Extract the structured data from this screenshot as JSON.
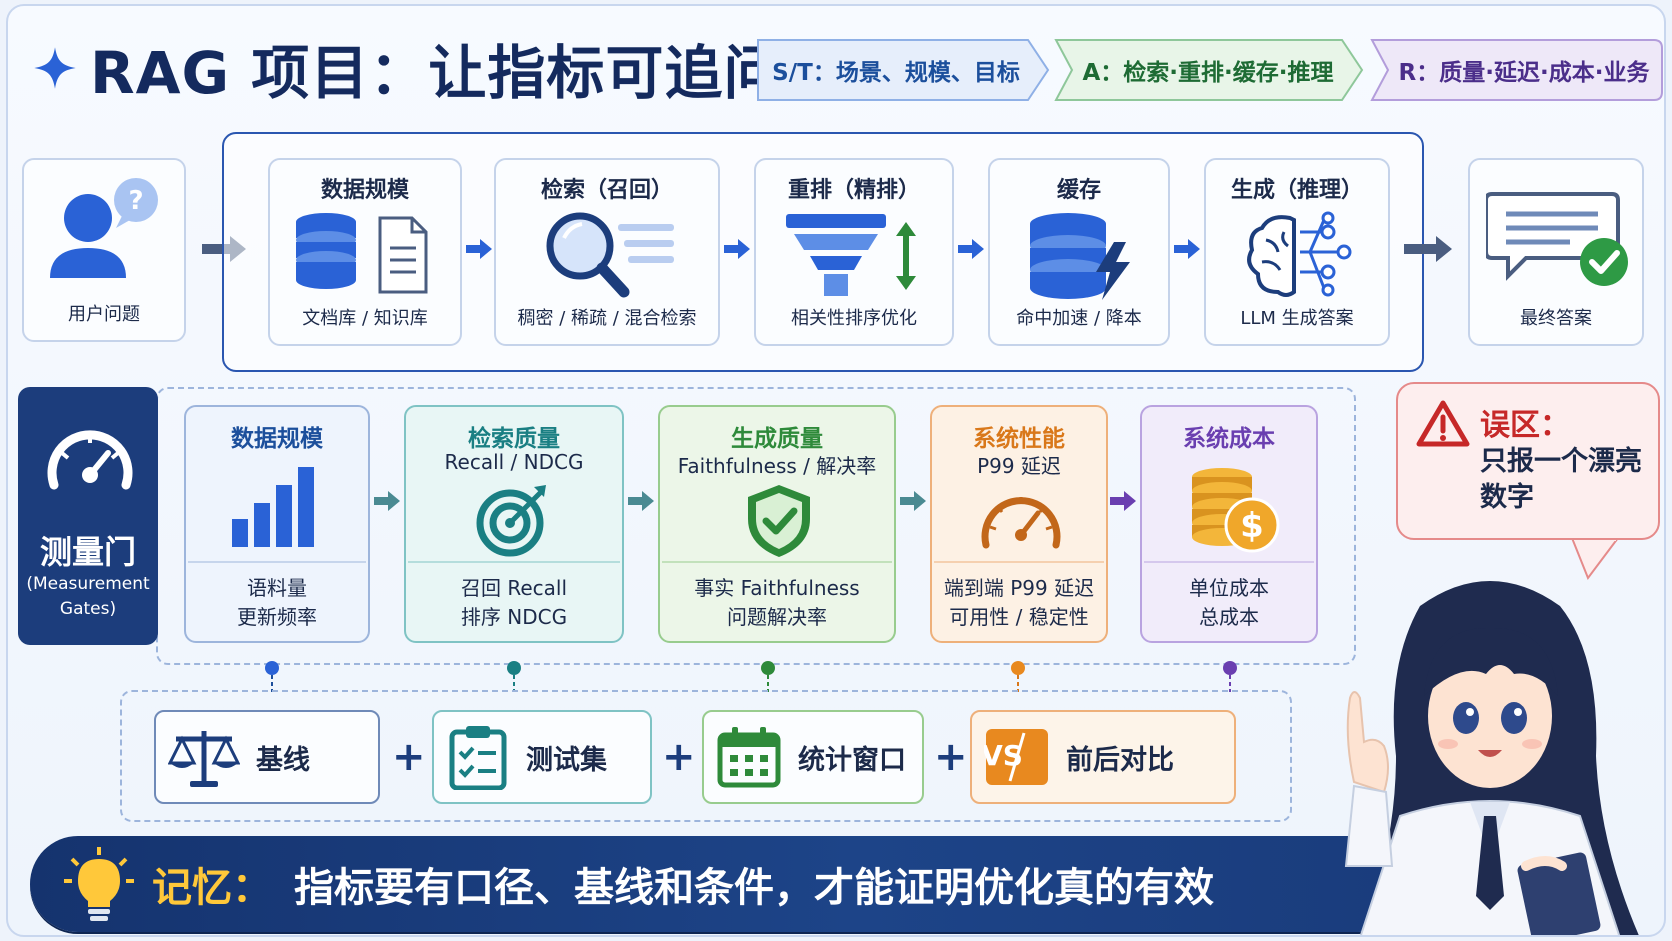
{
  "header": {
    "title": "RAG 项目：让指标可追问",
    "chevrons": [
      {
        "label": "S/T：场景、规模、目标",
        "color": "#1c4f9c"
      },
      {
        "label": "A：检索·重排·缓存·推理",
        "color": "#1e6b34"
      },
      {
        "label": "R：质量·延迟·成本·业务",
        "color": "#4b2e8a"
      }
    ]
  },
  "pipeline": {
    "user": {
      "label": "用户问题"
    },
    "stages": [
      {
        "title": "数据规模",
        "caption": "文档库 / 知识库"
      },
      {
        "title": "检索（召回）",
        "caption": "稠密 / 稀疏 / 混合检索"
      },
      {
        "title": "重排（精排）",
        "caption": "相关性排序优化"
      },
      {
        "title": "缓存",
        "caption": "命中加速 / 降本"
      },
      {
        "title": "生成（推理）",
        "caption": "LLM 生成答案"
      }
    ],
    "answer": {
      "label": "最终答案"
    }
  },
  "gates": {
    "title": "测量门",
    "subtitle_line1": "(Measurement",
    "subtitle_line2": "Gates)",
    "cards": [
      {
        "title": "数据规模",
        "subtitle": "",
        "line1": "语料量",
        "line2": "更新频率",
        "color": "#1c4f9c"
      },
      {
        "title": "检索质量",
        "subtitle": "Recall / NDCG",
        "line1": "召回 Recall",
        "line2": "排序 NDCG",
        "color": "#1a7f83"
      },
      {
        "title": "生成质量",
        "subtitle": "Faithfulness / 解决率",
        "line1": "事实 Faithfulness",
        "line2": "问题解决率",
        "color": "#2e8a3a"
      },
      {
        "title": "系统性能",
        "subtitle": "P99 延迟",
        "line1": "端到端 P99 延迟",
        "line2": "可用性 / 稳定性",
        "color": "#d9781a"
      },
      {
        "title": "系统成本",
        "subtitle": "",
        "line1": "单位成本",
        "line2": "总成本",
        "color": "#6a3fb0"
      }
    ]
  },
  "formula": {
    "items": [
      {
        "label": "基线",
        "color": "#1c4f9c"
      },
      {
        "label": "测试集",
        "color": "#1a7f83"
      },
      {
        "label": "统计窗口",
        "color": "#2e8a3a"
      },
      {
        "label": "前后对比",
        "color": "#d9781a"
      }
    ],
    "plus": "+",
    "vs_icon_text": "VS"
  },
  "memory": {
    "key": "记忆：",
    "text": "指标要有口径、基线和条件，才能证明优化真的有效"
  },
  "warning": {
    "key": "误区：",
    "text": "只报一个漂亮数字"
  }
}
